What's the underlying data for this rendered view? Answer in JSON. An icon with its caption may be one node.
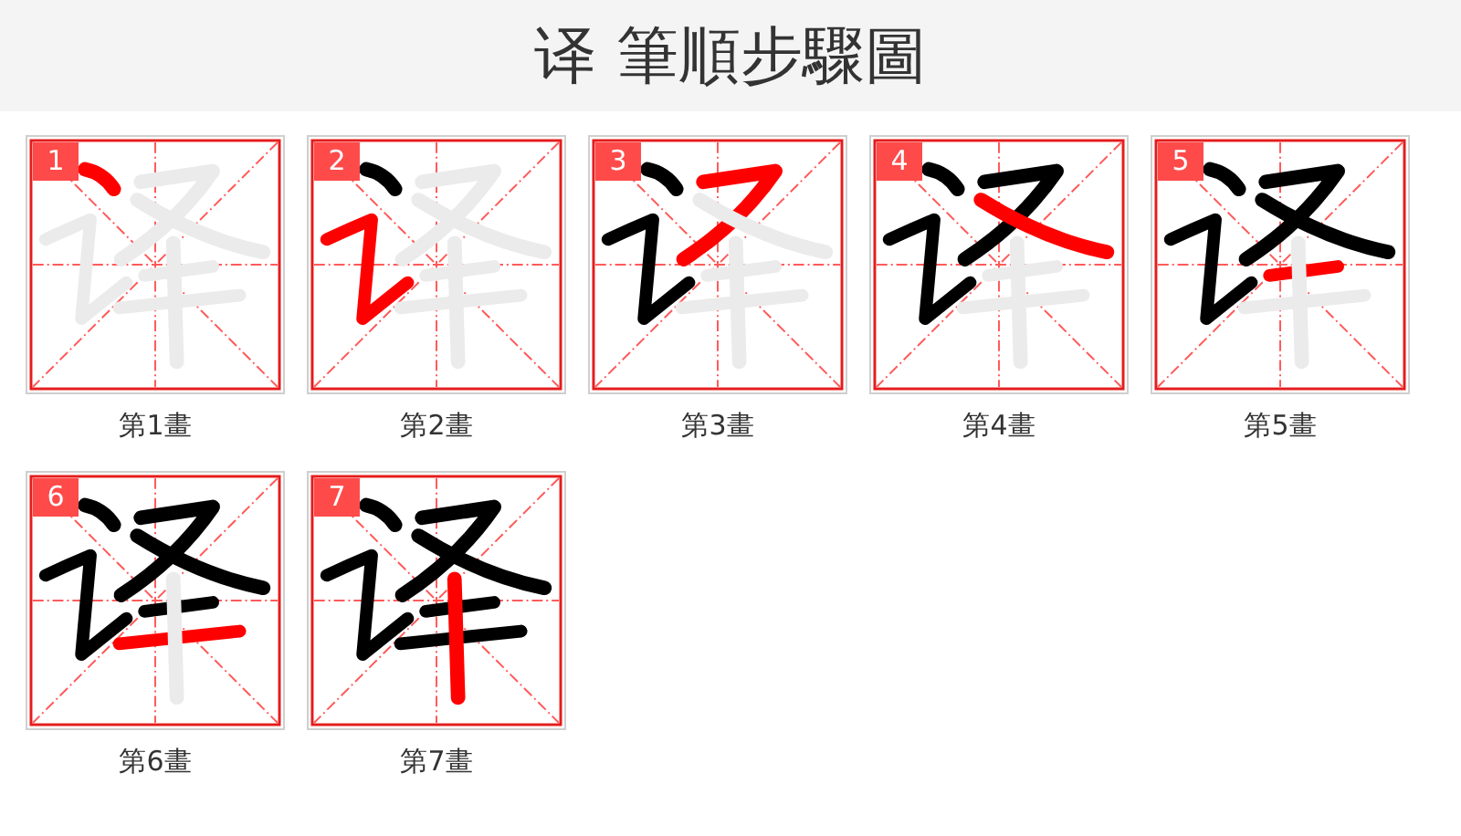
{
  "diagram": {
    "title": "译 筆順步驟圖",
    "nodes": [
      {
        "text": [
          "1"
        ],
        "beside": [
          "第1畫"
        ]
      },
      {
        "text": [
          "2"
        ],
        "beside": [
          "第2畫"
        ]
      },
      {
        "text": [
          "3"
        ],
        "beside": [
          "第3畫"
        ]
      },
      {
        "text": [
          "4"
        ],
        "beside": [
          "第4畫"
        ]
      },
      {
        "text": [
          "5"
        ],
        "beside": [
          "第5畫"
        ]
      },
      {
        "text": [
          "6"
        ],
        "beside": [
          "第6畫"
        ]
      },
      {
        "text": [
          "7"
        ],
        "beside": [
          "第7畫"
        ]
      }
    ]
  }
}
